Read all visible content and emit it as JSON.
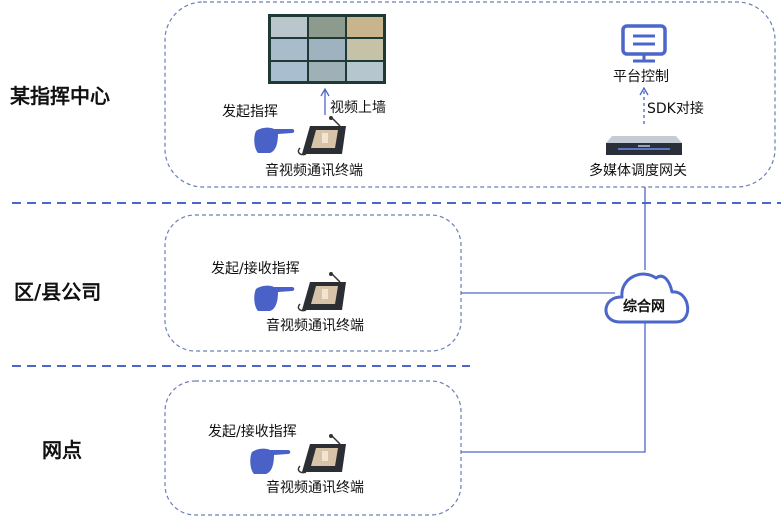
{
  "tiers": [
    {
      "label": "某指挥中心"
    },
    {
      "label": "区/县公司"
    },
    {
      "label": "网点"
    }
  ],
  "command_center": {
    "initiate_label": "发起指挥",
    "video_wall_label": "视频上墙",
    "terminal_label": "音视频通讯终端",
    "platform_label": "平台控制",
    "sdk_label": "SDK对接",
    "gateway_label": "多媒体调度网关"
  },
  "district": {
    "action_label": "发起/接收指挥",
    "terminal_label": "音视频通讯终端"
  },
  "branch": {
    "action_label": "发起/接收指挥",
    "terminal_label": "音视频通讯终端"
  },
  "network": {
    "label": "综合网"
  },
  "colors": {
    "accent": "#4a67c9",
    "box_border": "#6b7fb5",
    "hand": "#4a62c8"
  },
  "icons": {
    "hand": "pointing-hand-icon",
    "terminal": "video-phone-icon",
    "monitor": "monitor-icon",
    "server": "server-icon",
    "cloud": "cloud-icon",
    "video_wall": "video-wall-icon"
  }
}
